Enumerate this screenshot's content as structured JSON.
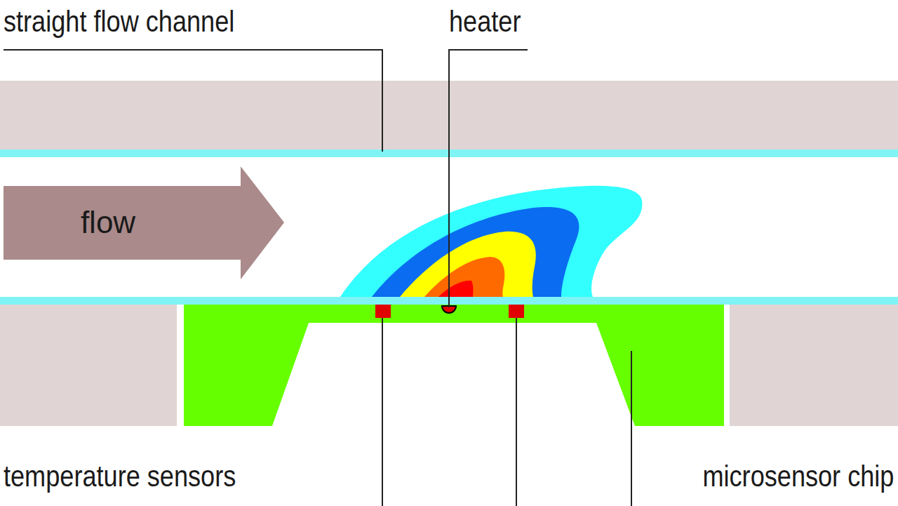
{
  "diagram": {
    "nodes": [
      {
        "text": [
          "flow"
        ]
      }
    ],
    "labels": [
      "straight flow channel",
      "heater",
      "temperature sensors",
      "microsensor chip"
    ]
  }
}
